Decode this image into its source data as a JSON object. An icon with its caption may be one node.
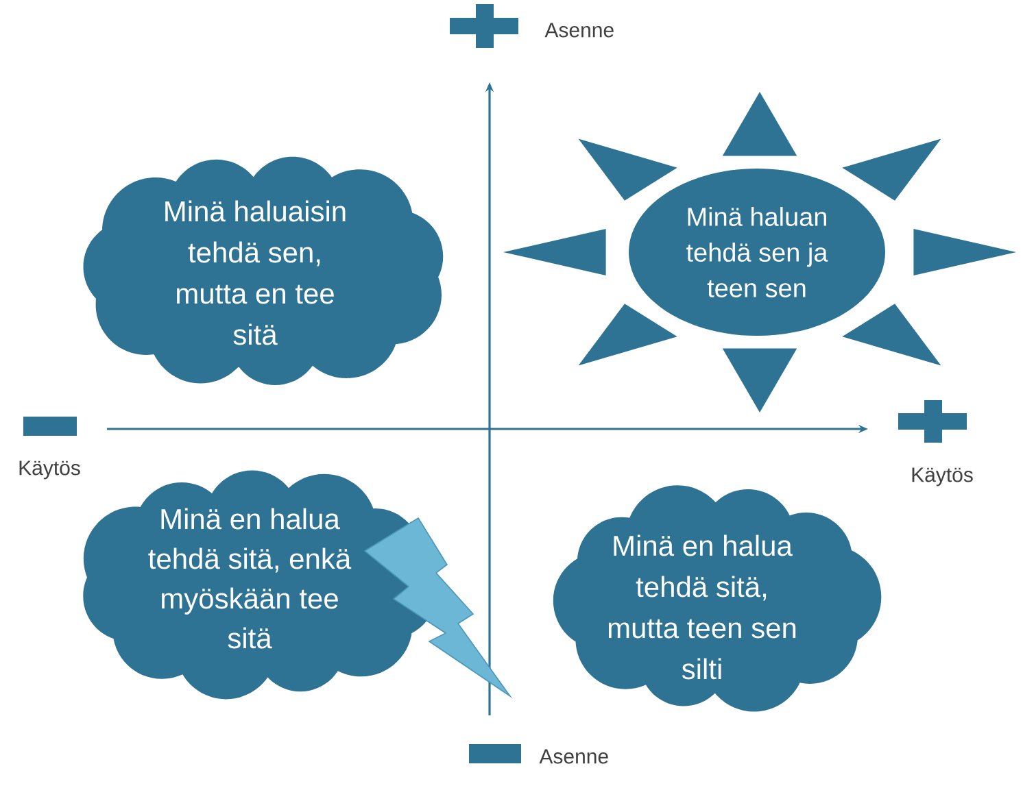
{
  "diagram": {
    "nodes": [
      {
        "text": [
          "Minä haluaisin tehdä sen, mutta en tee sitä"
        ]
      },
      {
        "text": [
          "Minä haluan tehdä sen ja teen sen"
        ]
      },
      {
        "text": [
          "Minä en halua tehdä sitä, enkä myöskään tee sitä"
        ]
      },
      {
        "text": [
          "Minä en halua tehdä sitä, mutta teen sen silti"
        ]
      }
    ],
    "labels": [
      "Asenne",
      "Käytös",
      "Käytös",
      "Asenne"
    ]
  }
}
